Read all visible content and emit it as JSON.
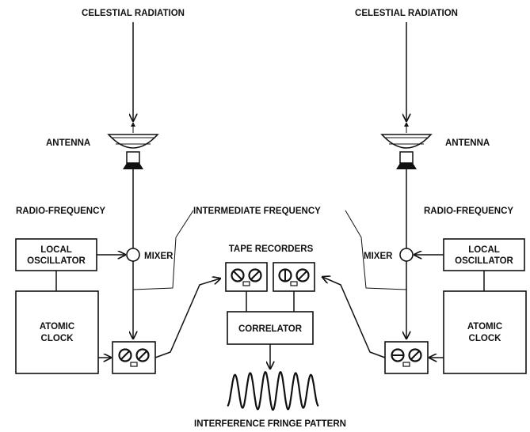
{
  "labels": {
    "celestial_left": "CELESTIAL RADIATION",
    "celestial_right": "CELESTIAL RADIATION",
    "antenna_left": "ANTENNA",
    "antenna_right": "ANTENNA",
    "rf_left": "RADIO-FREQUENCY",
    "rf_right": "RADIO-FREQUENCY",
    "intermediate_frequency": "INTERMEDIATE FREQUENCY",
    "mixer_left": "MIXER",
    "mixer_right": "MIXER",
    "tape_recorders": "TAPE RECORDERS",
    "local_osc_left_1": "LOCAL",
    "local_osc_left_2": "OSCILLATOR",
    "local_osc_right_1": "LOCAL",
    "local_osc_right_2": "OSCILLATOR",
    "atomic_left_1": "ATOMIC",
    "atomic_left_2": "CLOCK",
    "atomic_right_1": "ATOMIC",
    "atomic_right_2": "CLOCK",
    "correlator": "CORRELATOR",
    "fringe_pattern": "INTERFERENCE FRINGE PATTERN"
  },
  "colors": {
    "ink": "#111111",
    "background": "#ffffff"
  }
}
